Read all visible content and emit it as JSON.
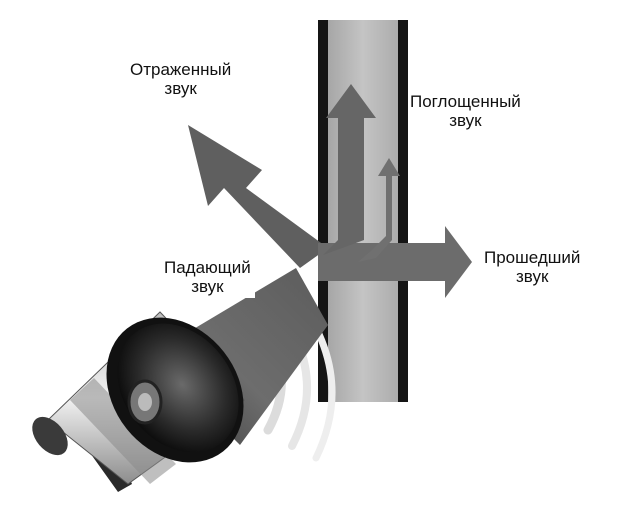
{
  "labels": {
    "reflected": {
      "line1": "Отраженный",
      "line2": "звук"
    },
    "absorbed": {
      "line1": "Поглощенный",
      "line2": "звук"
    },
    "transmitted": {
      "line1": "Прошедший",
      "line2": "звук"
    },
    "incident": {
      "line1": "Падающий",
      "line2": "звук"
    }
  },
  "icons": [
    "megaphone-icon",
    "sound-wave-icon"
  ],
  "colors": {
    "beam": "#6e6e6e",
    "wall_fill": "#b9b9b9",
    "wall_edge": "#151515",
    "text": "#111111"
  }
}
